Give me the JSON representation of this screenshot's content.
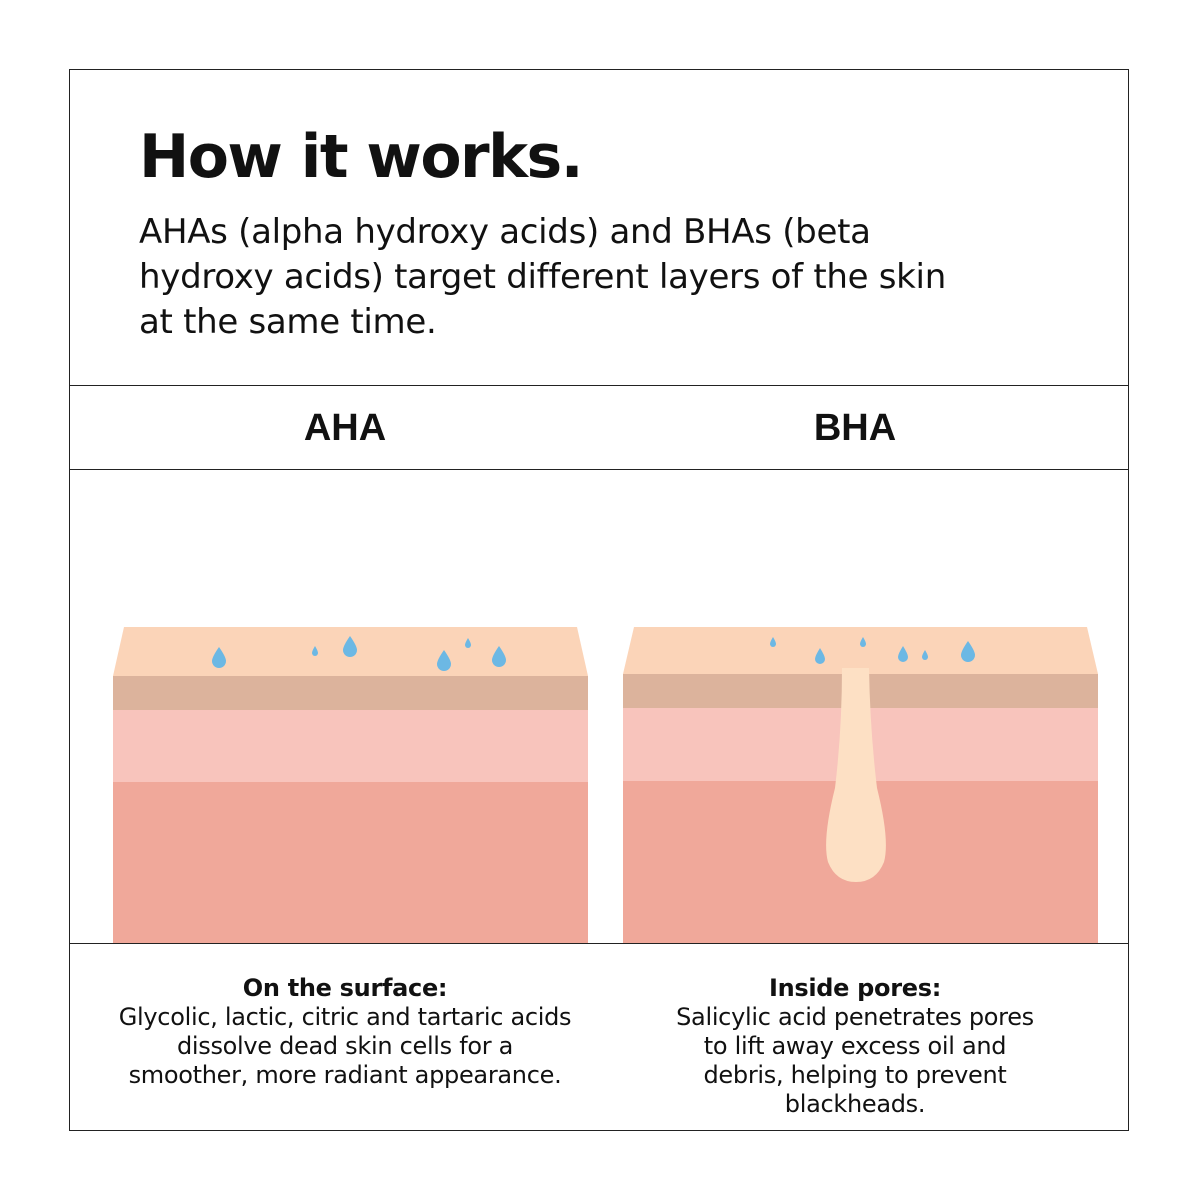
{
  "header": {
    "title": "How it works.",
    "intro": "AHAs (alpha hydroxy acids) and BHAs (beta hydroxy acids) target different layers of the skin at the same time."
  },
  "columns": [
    {
      "heading": "AHA",
      "caption_title": "On the surface:",
      "caption_body": "Glycolic, lactic, citric and tartaric acids dissolve dead skin cells for a smoother, more radiant appearance."
    },
    {
      "heading": "BHA",
      "caption_title": "Inside pores:",
      "caption_body": "Salicylic acid penetrates pores to lift away excess oil and debris, helping to prevent blackheads."
    }
  ],
  "colors": {
    "border": "#222222",
    "skin_top": "#fbd4b8",
    "skin_band": "#dcb39c",
    "skin_pink": "#f8c4bc",
    "skin_deep": "#f0a89a",
    "droplet": "#6cb8e4",
    "pore": "#fde0c4"
  },
  "icons": {
    "droplet": "water-droplet-icon",
    "pore": "pore-shape"
  }
}
